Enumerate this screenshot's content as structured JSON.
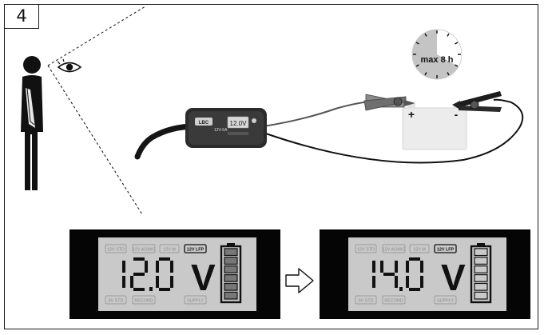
{
  "step_number": "4",
  "timer": {
    "label": "max 8 h",
    "elapsed_fraction": 0.667
  },
  "battery": {
    "plus_sign": "+",
    "minus_sign": "-"
  },
  "charger": {
    "brand": "LBC",
    "model": "12V-6A",
    "display_value": "12.0V"
  },
  "mode_labels": [
    "12V STD",
    "12V AGM/C",
    "12V M",
    "12V LFP",
    "6V STD",
    "RECOND",
    "SUPPLY"
  ],
  "active_mode": "12V LFP",
  "display_before": {
    "digits": "12.0",
    "unit": "V",
    "battery_level_fraction": 1.0
  },
  "display_after": {
    "digits": "14.0",
    "unit": "V",
    "battery_level_fraction": 0.0
  },
  "colors": {
    "lcd_bg": "#c9c9c9",
    "panel_bg": "#050505",
    "lcd_segment": "#111111",
    "inactive_segment": "#9a9a9a",
    "timer_fill": "#bdbdbd"
  }
}
